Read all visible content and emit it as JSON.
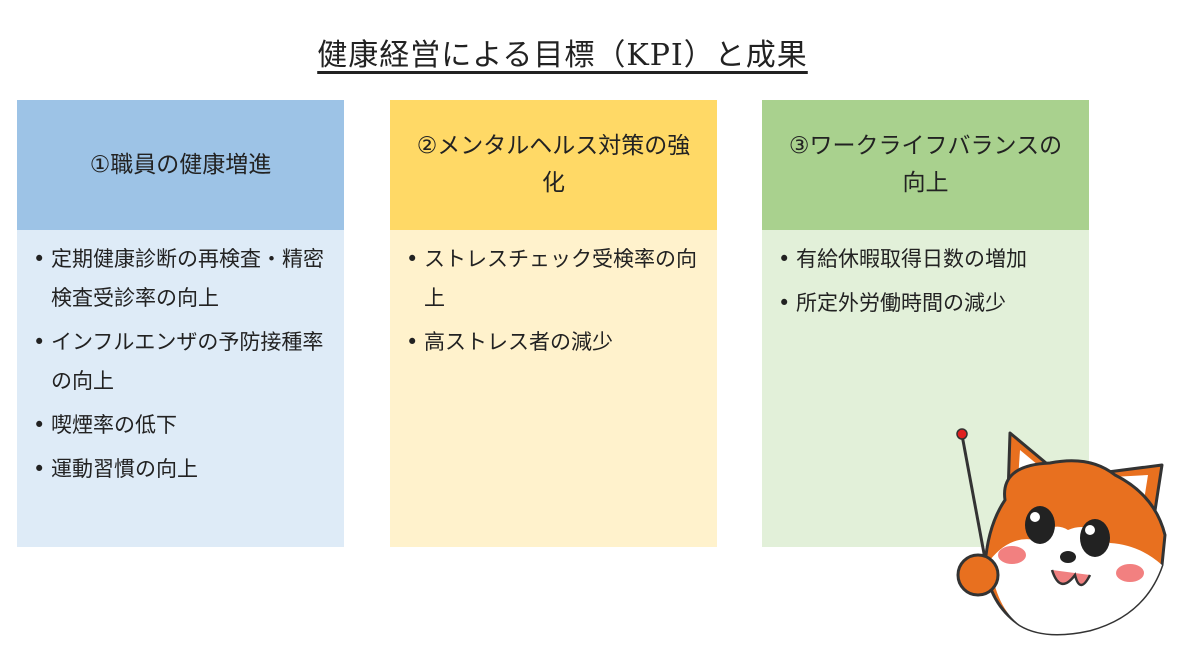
{
  "title": "健康経営による目標（KPI）と成果",
  "cards": [
    {
      "heading": "①職員の健康増進",
      "items": [
        "定期健康診断の再検査・精密検査受診率の向上",
        "インフルエンザの予防接種率の向上",
        "喫煙率の低下",
        "運動習慣の向上"
      ]
    },
    {
      "heading": "②メンタルヘルス対策の強化",
      "items": [
        "ストレスチェック受検率の向上",
        "高ストレス者の減少"
      ]
    },
    {
      "heading": "③ワークライフバランスの向上",
      "items": [
        "有給休暇取得日数の増加",
        "所定外労働時間の減少"
      ]
    }
  ],
  "bullet": "•",
  "colors": {
    "card1_head": "#9dc3e6",
    "card1_body": "#deebf7",
    "card2_head": "#ffd966",
    "card2_body": "#fff2cc",
    "card3_head": "#a9d18e",
    "card3_body": "#e2f0d9",
    "mascot_orange": "#e8701f"
  },
  "mascot": {
    "icon": "fox-mascot-with-pointer-icon"
  }
}
